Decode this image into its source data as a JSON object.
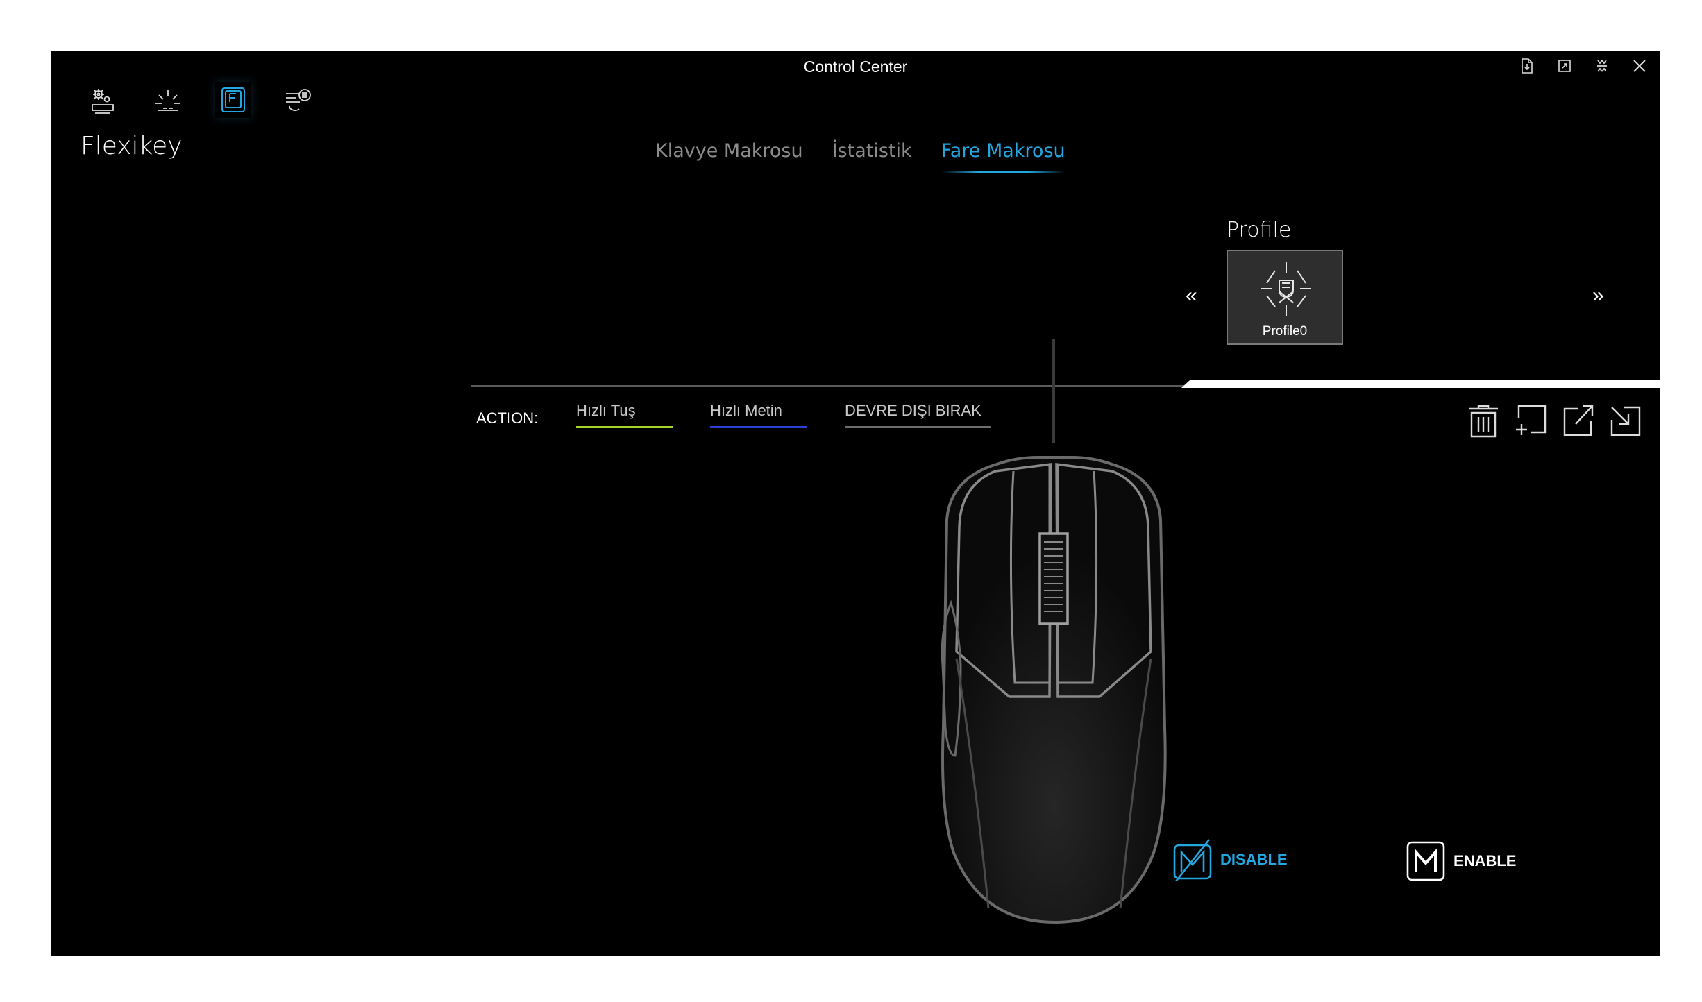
{
  "window": {
    "title": "Control Center",
    "controls": [
      {
        "name": "export-icon"
      },
      {
        "name": "restore-icon"
      },
      {
        "name": "minimize-icon"
      },
      {
        "name": "close-icon"
      }
    ]
  },
  "nav": {
    "icons": [
      "system-settings-icon",
      "lighting-icon",
      "flexikey-icon",
      "fan-icon"
    ],
    "active": "flexikey-icon"
  },
  "section": {
    "title": "Flexikey"
  },
  "tabs": [
    {
      "label": "Klavye Makrosu",
      "active": false
    },
    {
      "label": "İstatistik",
      "active": false
    },
    {
      "label": "Fare Makrosu",
      "active": true
    }
  ],
  "profile": {
    "label": "Profile",
    "current": "Profile0",
    "prev_label": "«",
    "next_label": "»"
  },
  "action": {
    "label": "ACTION:",
    "items": [
      {
        "label": "Hızlı Tuş",
        "color": "#a6d42a"
      },
      {
        "label": "Hızlı Metin",
        "color": "#2a40d8"
      },
      {
        "label": "DEVRE DIŞI BIRAK",
        "color": "#6e6e6e"
      }
    ]
  },
  "tools": [
    "trash-icon",
    "add-icon",
    "export-icon",
    "import-icon"
  ],
  "modes": {
    "disable": {
      "label": "DISABLE",
      "color": "#24a7e0"
    },
    "enable": {
      "label": "ENABLE",
      "color": "#ffffff"
    }
  },
  "colors": {
    "accent": "#24a7e0",
    "background": "#000000"
  }
}
